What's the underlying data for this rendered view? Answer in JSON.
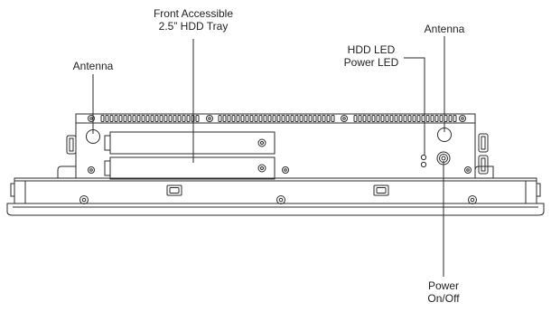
{
  "labels": {
    "antenna_left": "Antenna",
    "hdd_tray_line1": "Front Accessible",
    "hdd_tray_line2": "2.5” HDD Tray",
    "hdd_led": "HDD LED",
    "power_led": "Power LED",
    "antenna_right": "Antenna",
    "power_line1": "Power",
    "power_line2": "On/Off"
  },
  "colors": {
    "stroke": "#2b2b2b",
    "text": "#222222",
    "background": "#ffffff"
  }
}
